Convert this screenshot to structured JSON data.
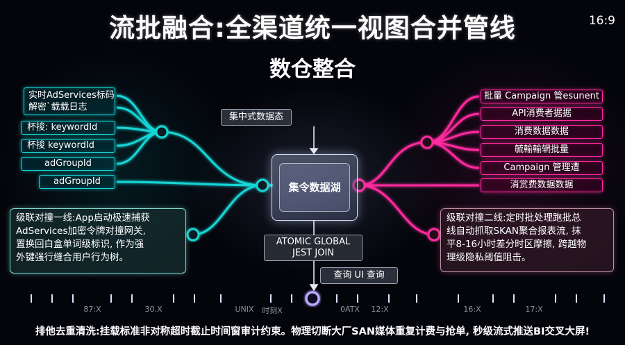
{
  "header": {
    "title": "流批融合:全渠道统一视图合并管线",
    "subtitle": "数仓整合",
    "aspect_ratio": "16:9"
  },
  "left_sources": [
    {
      "line1": "实时AdServices标码",
      "line2": "解密`载载日志"
    },
    {
      "line1": "杯捘: keywordId"
    },
    {
      "line1": "杯捘  keywordId"
    },
    {
      "line1": "adGroupId"
    },
    {
      "line1": "adGroupId"
    }
  ],
  "right_sources": [
    {
      "label": "批量 Campaign 管esunent"
    },
    {
      "label": "API消费者据据"
    },
    {
      "label": "消费数据数据"
    },
    {
      "label": "毓輸輸辋批量"
    },
    {
      "label": "Campaign 管理遭"
    },
    {
      "label": "消赏费数据数据"
    }
  ],
  "center": {
    "top_tag": "集中式数据态",
    "core_label": "集令数据湖",
    "join_label_line1": "ATOMIC GLOBAL",
    "join_label_line2": "JEST JOIN",
    "query_label": "查询    UI 查询"
  },
  "left_desc": {
    "lines": [
      "级联对撞一线:App启动极速捕获",
      "AdServices加密令牌对撞网关,",
      "置换回白盒单词级标识, 作为强",
      "外键强行缝合用户行为树。"
    ]
  },
  "right_desc": {
    "lines": [
      "级联对撞二线:定时批处理跑批总",
      "线自动抓取SKAN聚合报表流, 抹",
      "平8-16小时差分时区摩擦, 跨越物",
      "理级隐私阈值阻击。"
    ]
  },
  "timeline": {
    "labels": [
      "87:X",
      "30.X",
      "UNIX",
      "时刻X",
      "0ATX",
      "12:X",
      "16:X",
      "17:X"
    ]
  },
  "footer": {
    "text": "排他去重清洗:挂载标准非对称超时截止时间窗审计约束。物理切断大厂SAN媒体重复计费与抢单, 秒级流式推送BI交叉大屏!"
  },
  "colors": {
    "cyan": "#19d6d6",
    "magenta": "#ff2a9e",
    "timeline": "#d8d8ff",
    "background": "#04050b"
  },
  "icons": [
    "arrow-down-icon",
    "node-dot-icon",
    "timeline-marker-icon"
  ]
}
